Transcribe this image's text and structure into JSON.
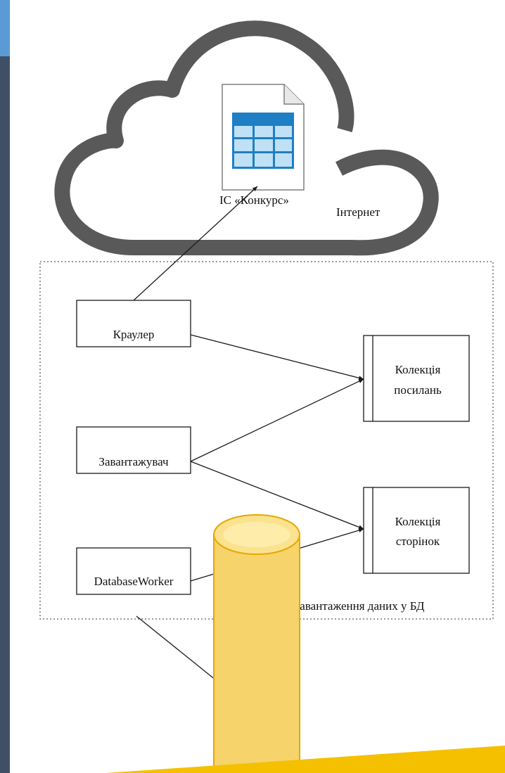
{
  "colors": {
    "slide_dark": "#3f5066",
    "slide_accent": "#5b9bd5",
    "paper": "#ffffff",
    "cloud_stroke": "#595959",
    "line": "#1a1a1a",
    "db_fill": "#f6d36b",
    "db_stroke": "#e5a800",
    "sheet_header": "#1f7fc4",
    "sheet_cell": "#bfe0f5",
    "yellow_band": "#f5c000"
  },
  "cloud": {
    "system_label": "ІС «Конкурс»",
    "internet_label": "Інтернет"
  },
  "module": {
    "label": "Модуль завантаження даних у БД"
  },
  "components": {
    "crawler": "Краулер",
    "loader": "Завантажувач",
    "db_worker": "DatabaseWorker"
  },
  "collections": {
    "links_line1": "Колекція",
    "links_line2": "посилань",
    "pages_line1": "Колекція",
    "pages_line2": "сторінок"
  },
  "icons": {
    "spreadsheet": "spreadsheet-document-icon",
    "database": "database-cylinder-icon",
    "cloud": "cloud-icon"
  }
}
